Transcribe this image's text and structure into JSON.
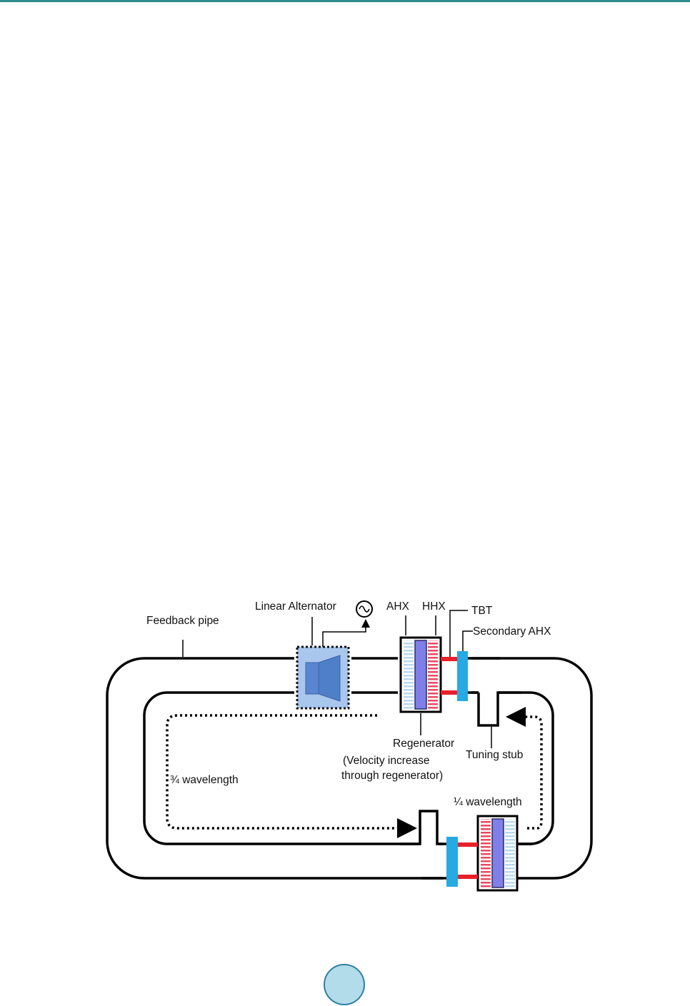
{
  "header": {
    "rule_color": "#2e8b8b"
  },
  "diagram": {
    "labels": {
      "feedback_pipe": "Feedback pipe",
      "linear_alternator": "Linear Alternator",
      "ahx": "AHX",
      "hhx": "HHX",
      "tbt": "TBT",
      "secondary_ahx": "Secondary AHX",
      "regenerator": "Regenerator",
      "regenerator_note_line1": "(Velocity increase",
      "regenerator_note_line2": "through regenerator)",
      "tuning_stub": "Tuning stub",
      "three_quarter_wavelength": "¾ wavelength",
      "quarter_wavelength": "¼  wavelength"
    },
    "icons": {
      "ac_source": "ac-source-icon",
      "alternator": "linear-alternator-icon"
    },
    "colors": {
      "pipe": "#000000",
      "alternator_fill": "#8fb4e3",
      "alternator_piston": "#4f7fc8",
      "regenerator_fill": "#7f7fe8",
      "hot_exchanger": "#e84a5f",
      "ambient_exchanger": "#b8d8ef",
      "tbt": "#e8202a",
      "secondary_ahx": "#27a9e1"
    }
  },
  "footer": {
    "badge_color": "#b3dcea"
  }
}
